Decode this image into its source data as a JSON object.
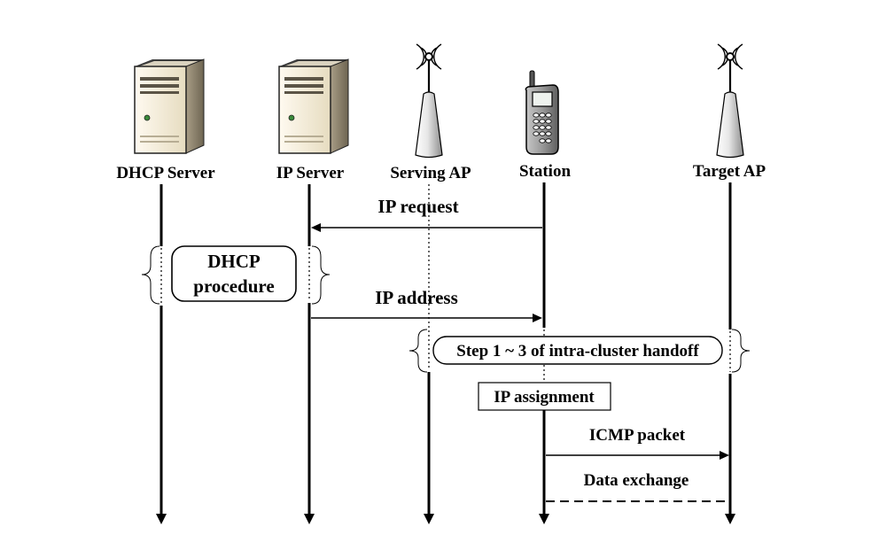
{
  "participants": {
    "dhcp_server": "DHCP Server",
    "ip_server": "IP Server",
    "serving_ap": "Serving AP",
    "station": "Station",
    "target_ap": "Target AP"
  },
  "messages": {
    "ip_request": "IP request",
    "ip_address": "IP address",
    "icmp_packet": "ICMP packet",
    "data_exchange": "Data exchange"
  },
  "boxes": {
    "dhcp_procedure_line1": "DHCP",
    "dhcp_procedure_line2": "procedure",
    "intra_cluster_handoff": "Step 1 ~ 3 of intra-cluster handoff",
    "ip_assignment": "IP assignment"
  },
  "icons": {
    "dhcp_server": "server-icon",
    "ip_server": "server-icon",
    "serving_ap": "antenna-icon",
    "station": "mobile-phone-icon",
    "target_ap": "antenna-icon"
  }
}
